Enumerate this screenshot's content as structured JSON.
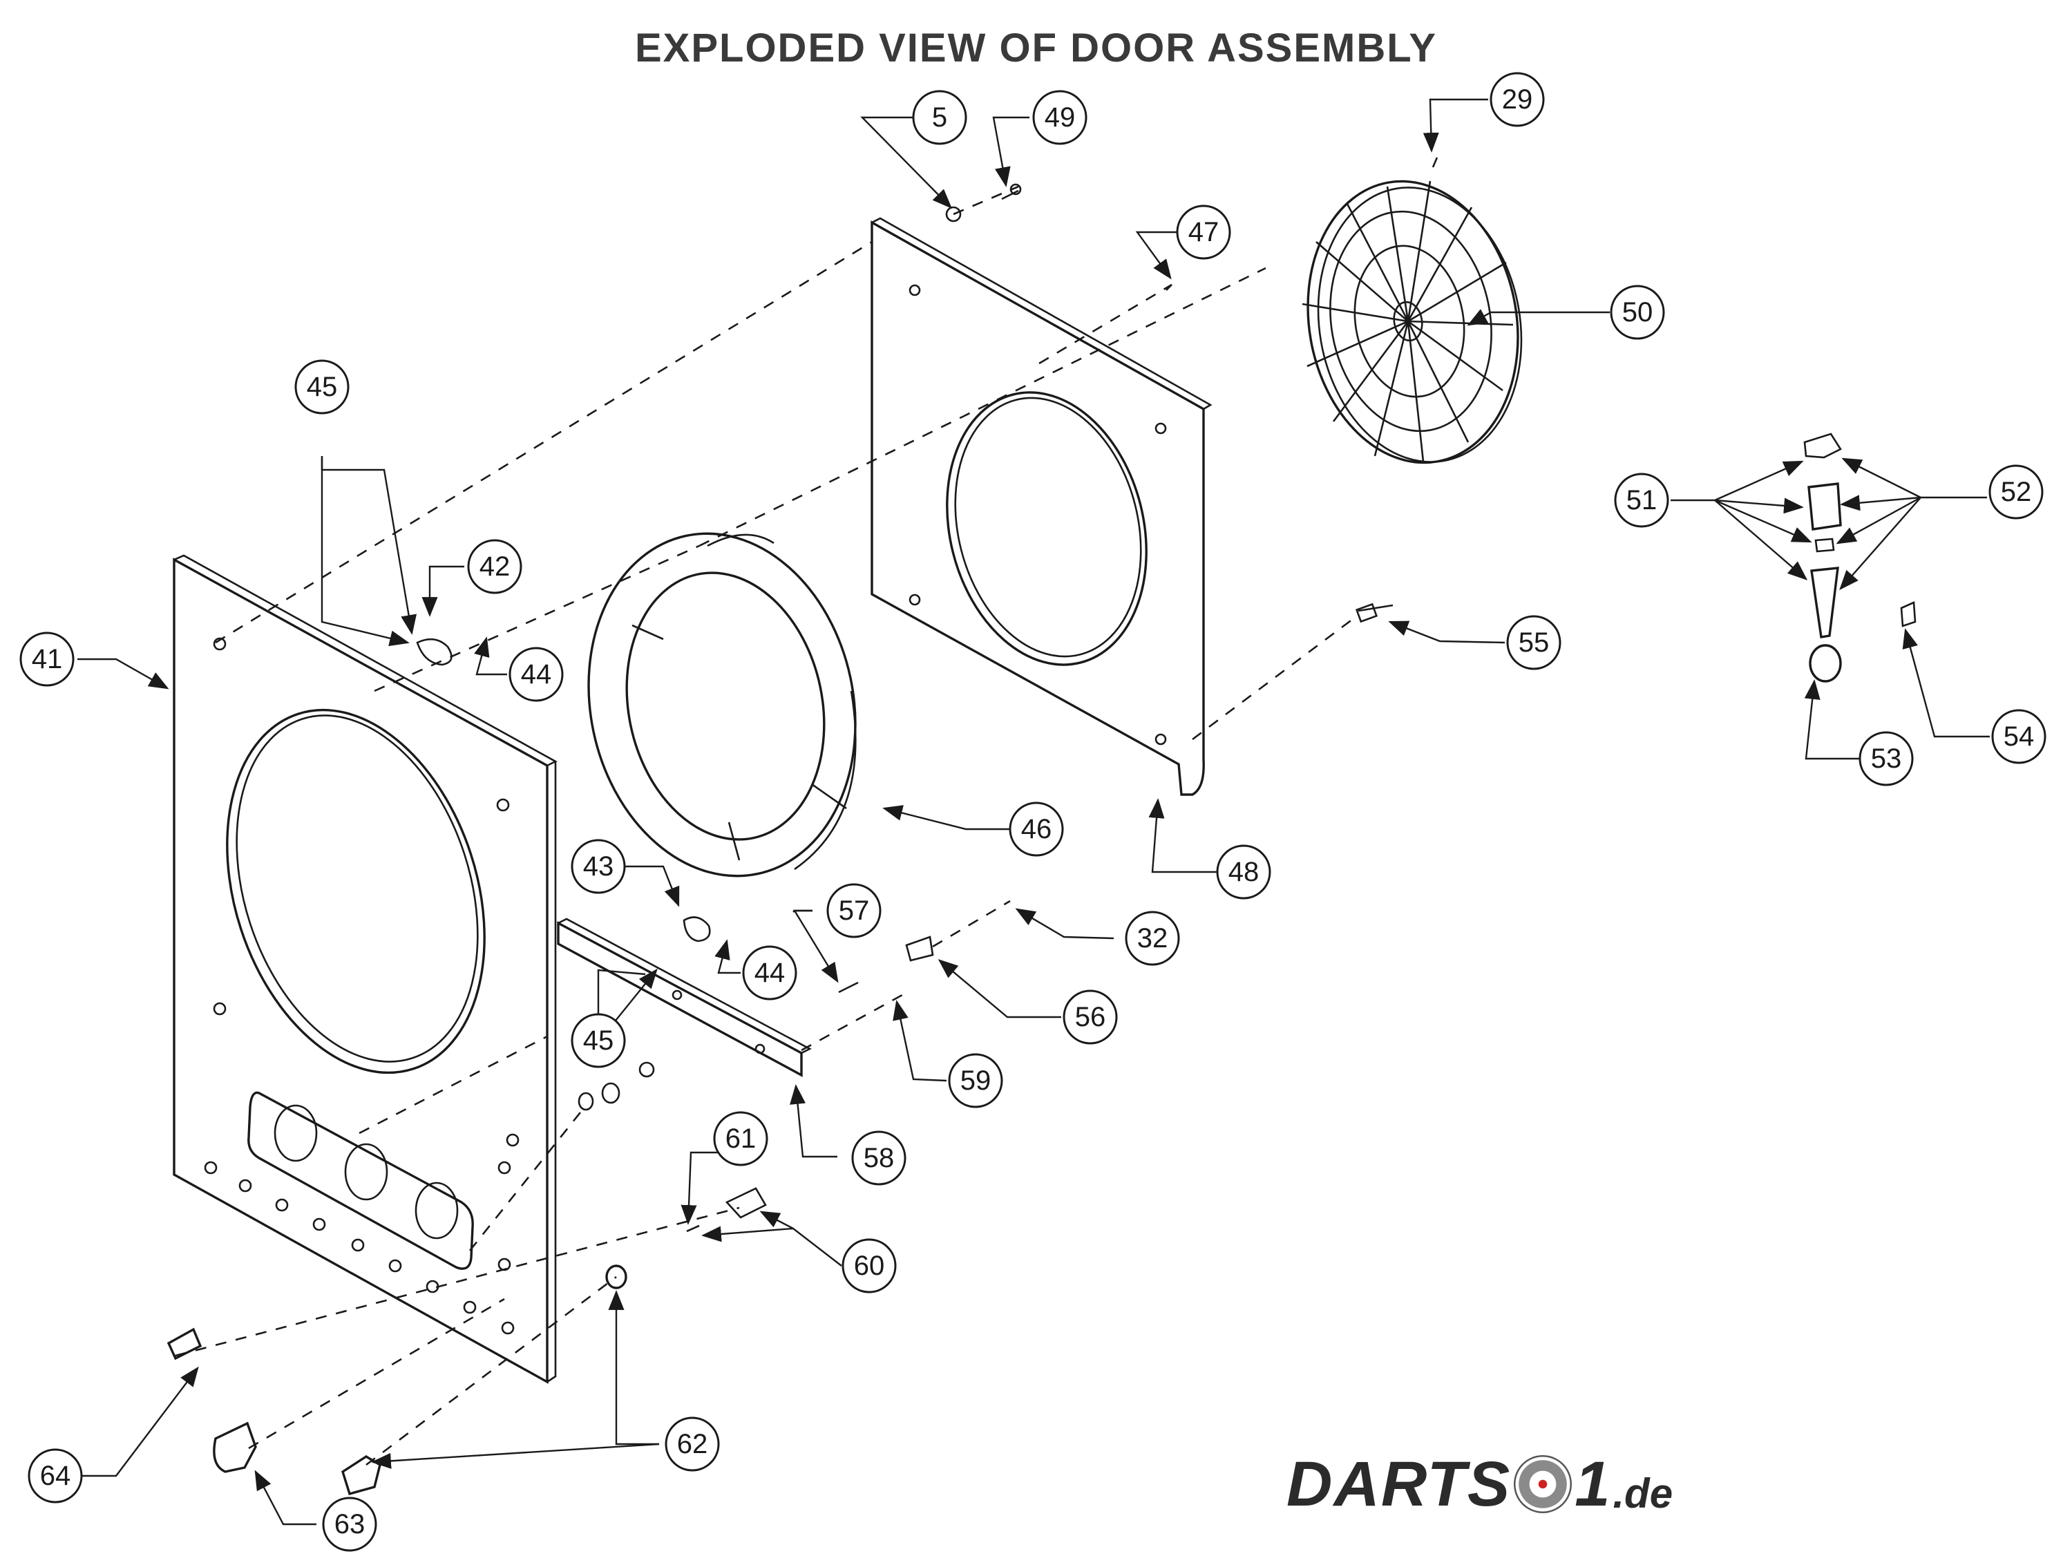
{
  "title": "EXPLODED VIEW OF DOOR ASSEMBLY",
  "logo": {
    "brand": "DARTS",
    "number": "1",
    "suffix": ".de"
  },
  "callouts": [
    "5",
    "49",
    "29",
    "47",
    "50",
    "45",
    "42",
    "44",
    "41",
    "51",
    "52",
    "55",
    "54",
    "53",
    "46",
    "48",
    "43",
    "57",
    "32",
    "44",
    "56",
    "45",
    "59",
    "58",
    "61",
    "60",
    "64",
    "62",
    "63"
  ]
}
